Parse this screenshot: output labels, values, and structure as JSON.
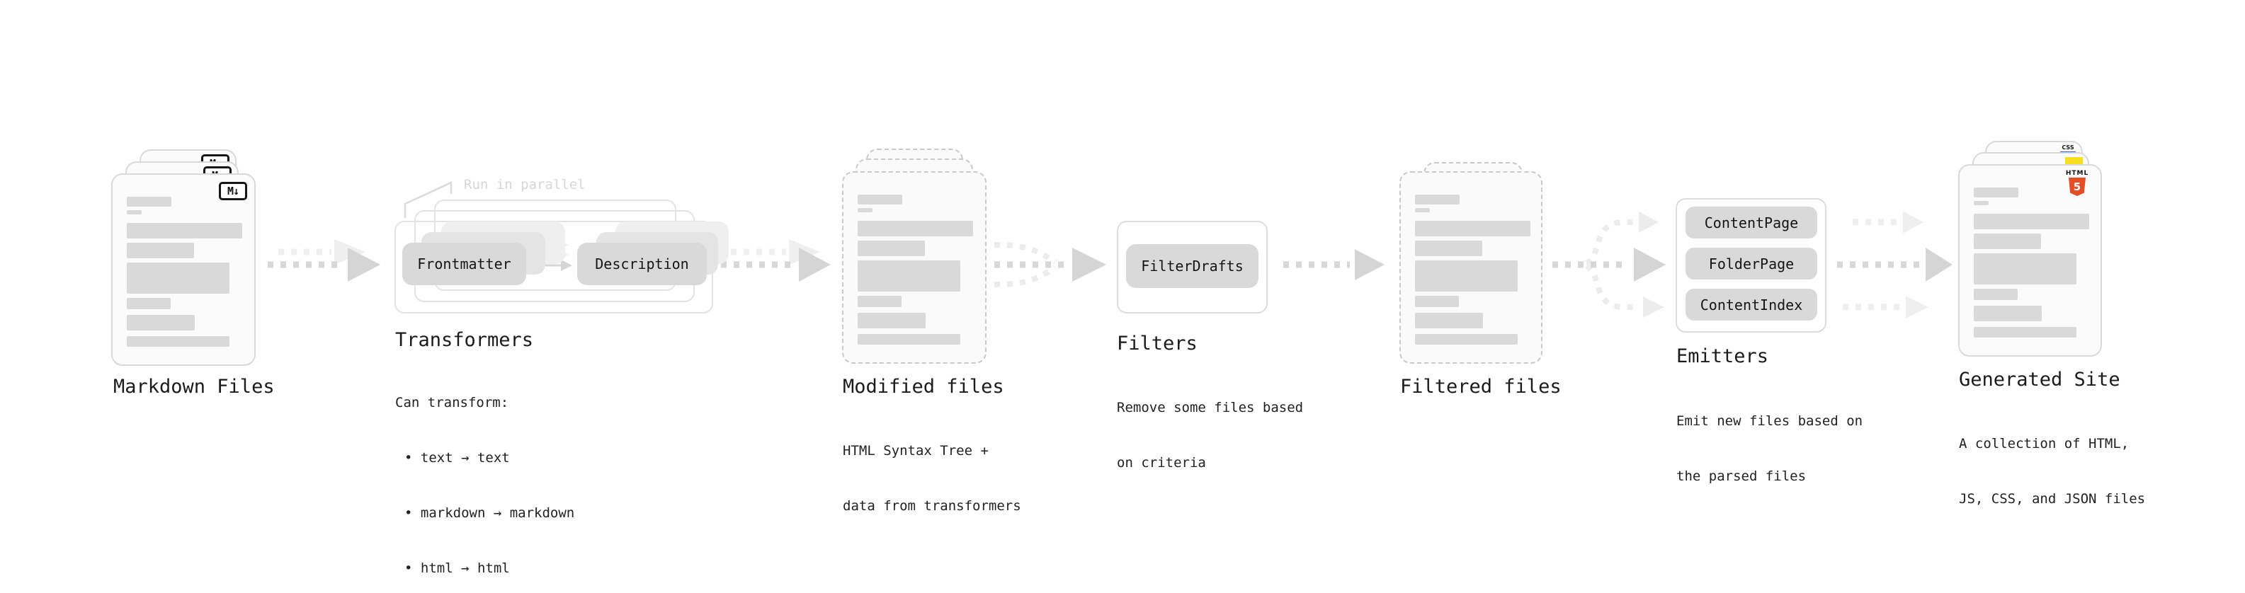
{
  "diagram": {
    "badges": {
      "markdown": "M↓",
      "html_label": "HTML",
      "html_number": "5",
      "css_label": "CSS"
    },
    "colors": {
      "html5_orange": "#e44d26",
      "js_yellow": "#f7df1e",
      "css_blue": "#2965f1",
      "bar_gray": "#d9d9d9"
    },
    "stages": {
      "markdown": {
        "title": "Markdown Files"
      },
      "transformers": {
        "title": "Transformers",
        "callout": "Run in parallel",
        "box_left": "Frontmatter",
        "box_right": "Description",
        "desc_heading": "Can transform:",
        "bullets": [
          "• text → text",
          "• markdown → markdown",
          "• html → html"
        ]
      },
      "modified": {
        "title": "Modified files",
        "desc_lines": [
          "HTML Syntax Tree +",
          "data from transformers"
        ]
      },
      "filters": {
        "title": "Filters",
        "box": "FilterDrafts",
        "desc_lines": [
          "Remove some files based",
          "on criteria"
        ]
      },
      "filtered": {
        "title": "Filtered files"
      },
      "emitters": {
        "title": "Emitters",
        "boxes": [
          "ContentPage",
          "FolderPage",
          "ContentIndex"
        ],
        "desc_lines": [
          "Emit new files based on",
          "the parsed files"
        ]
      },
      "generated": {
        "title": "Generated Site",
        "desc_lines": [
          "A collection of HTML,",
          "JS, CSS, and JSON files"
        ]
      }
    }
  }
}
